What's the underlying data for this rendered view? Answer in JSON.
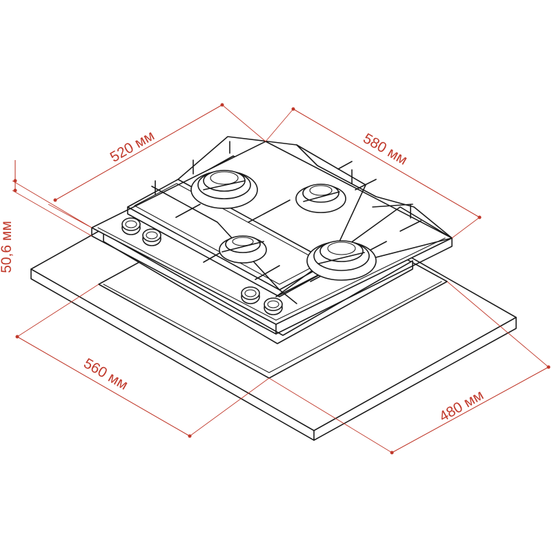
{
  "colors": {
    "outline": "#1a1a1a",
    "dimension": "#c0392b",
    "background": "#ffffff"
  },
  "dimensions": {
    "depth_top": "520 мм",
    "width_top": "580 мм",
    "height": "50,6 мм",
    "cutout_width": "560 мм",
    "cutout_depth": "480 мм"
  }
}
